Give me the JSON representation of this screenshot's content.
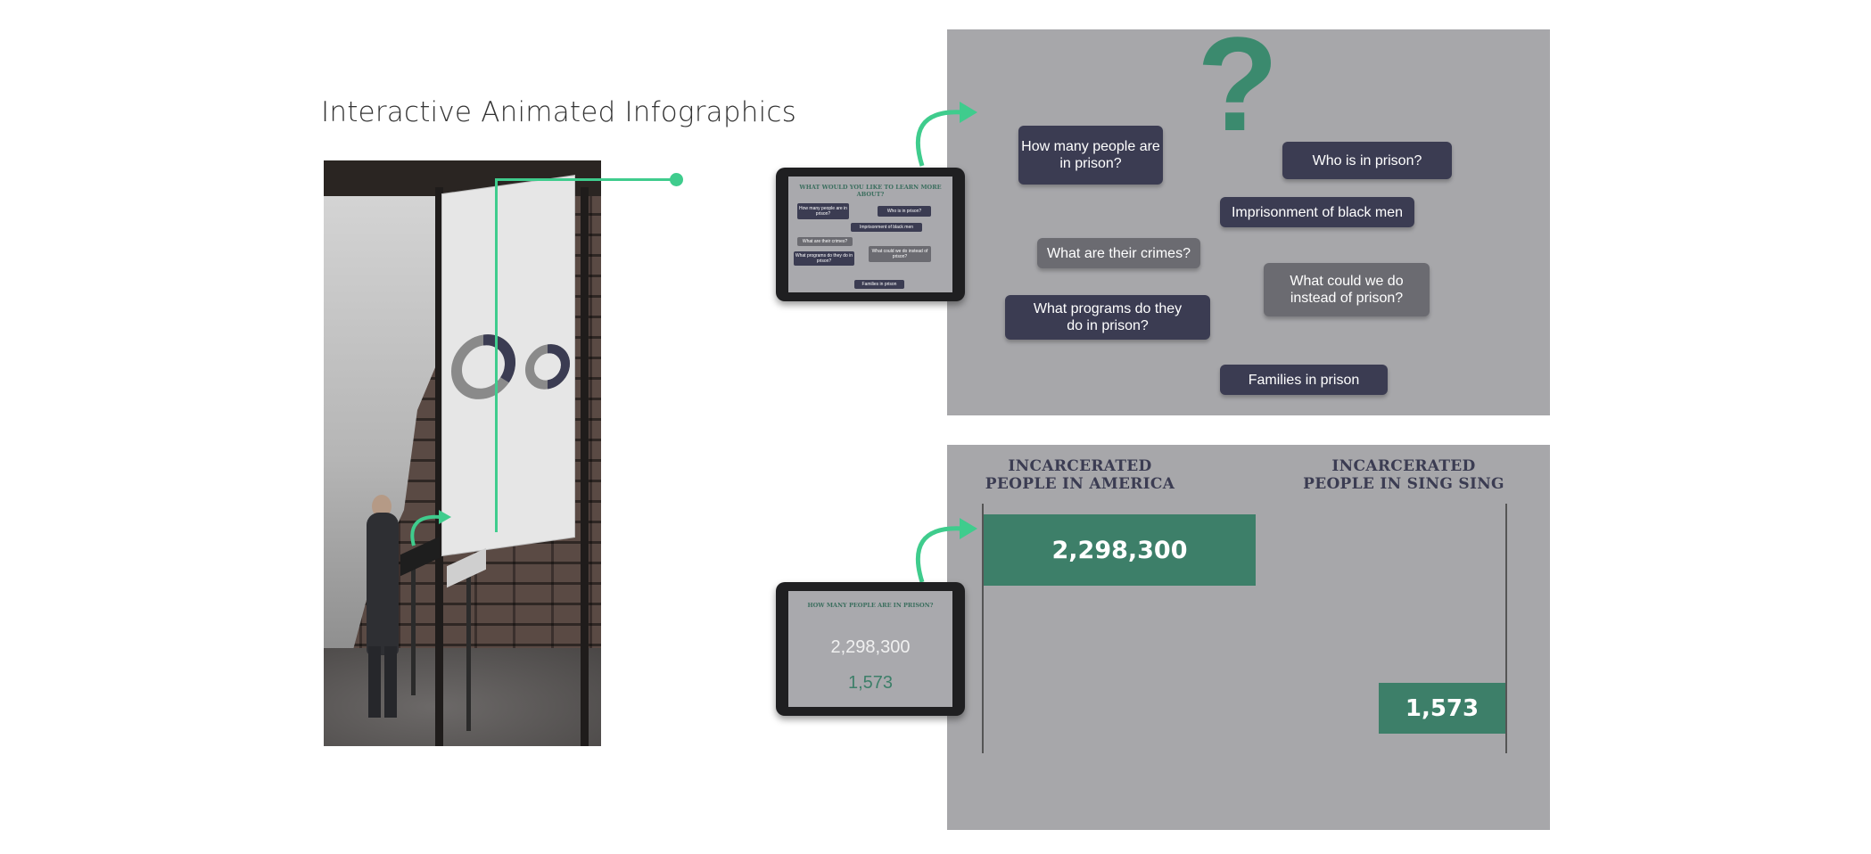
{
  "title": "Interactive Animated Infographics",
  "colors": {
    "accent_green": "#3fcc8d",
    "dark_button": "#3b3c52",
    "grey_button": "#6b6b71",
    "bar_green": "#3d7f69",
    "panel_bg": "#a7a7aa"
  },
  "question_panel": {
    "symbol": "?",
    "buttons": [
      "How many people are in prison?",
      "Who is in prison?",
      "Imprisonment of black men",
      "What are their crimes?",
      "What could we do instead of prison?",
      "What programs do they do in prison?",
      "Families in prison"
    ]
  },
  "stats_panel": {
    "headings": [
      "INCARCERATED PEOPLE IN AMERICA",
      "INCARCERATED PEOPLE IN SING SING"
    ],
    "values": [
      "2,298,300",
      "1,573"
    ]
  },
  "tablet_questions": {
    "title": "WHAT WOULD YOU LIKE TO LEARN MORE ABOUT?"
  },
  "tablet_stats": {
    "title": "HOW MANY PEOPLE ARE IN PRISON?",
    "value_america": "2,298,300",
    "value_singsing": "1,573"
  },
  "icons": [
    "curved-arrow-icon",
    "connector-dot-icon",
    "question-mark-icon"
  ]
}
